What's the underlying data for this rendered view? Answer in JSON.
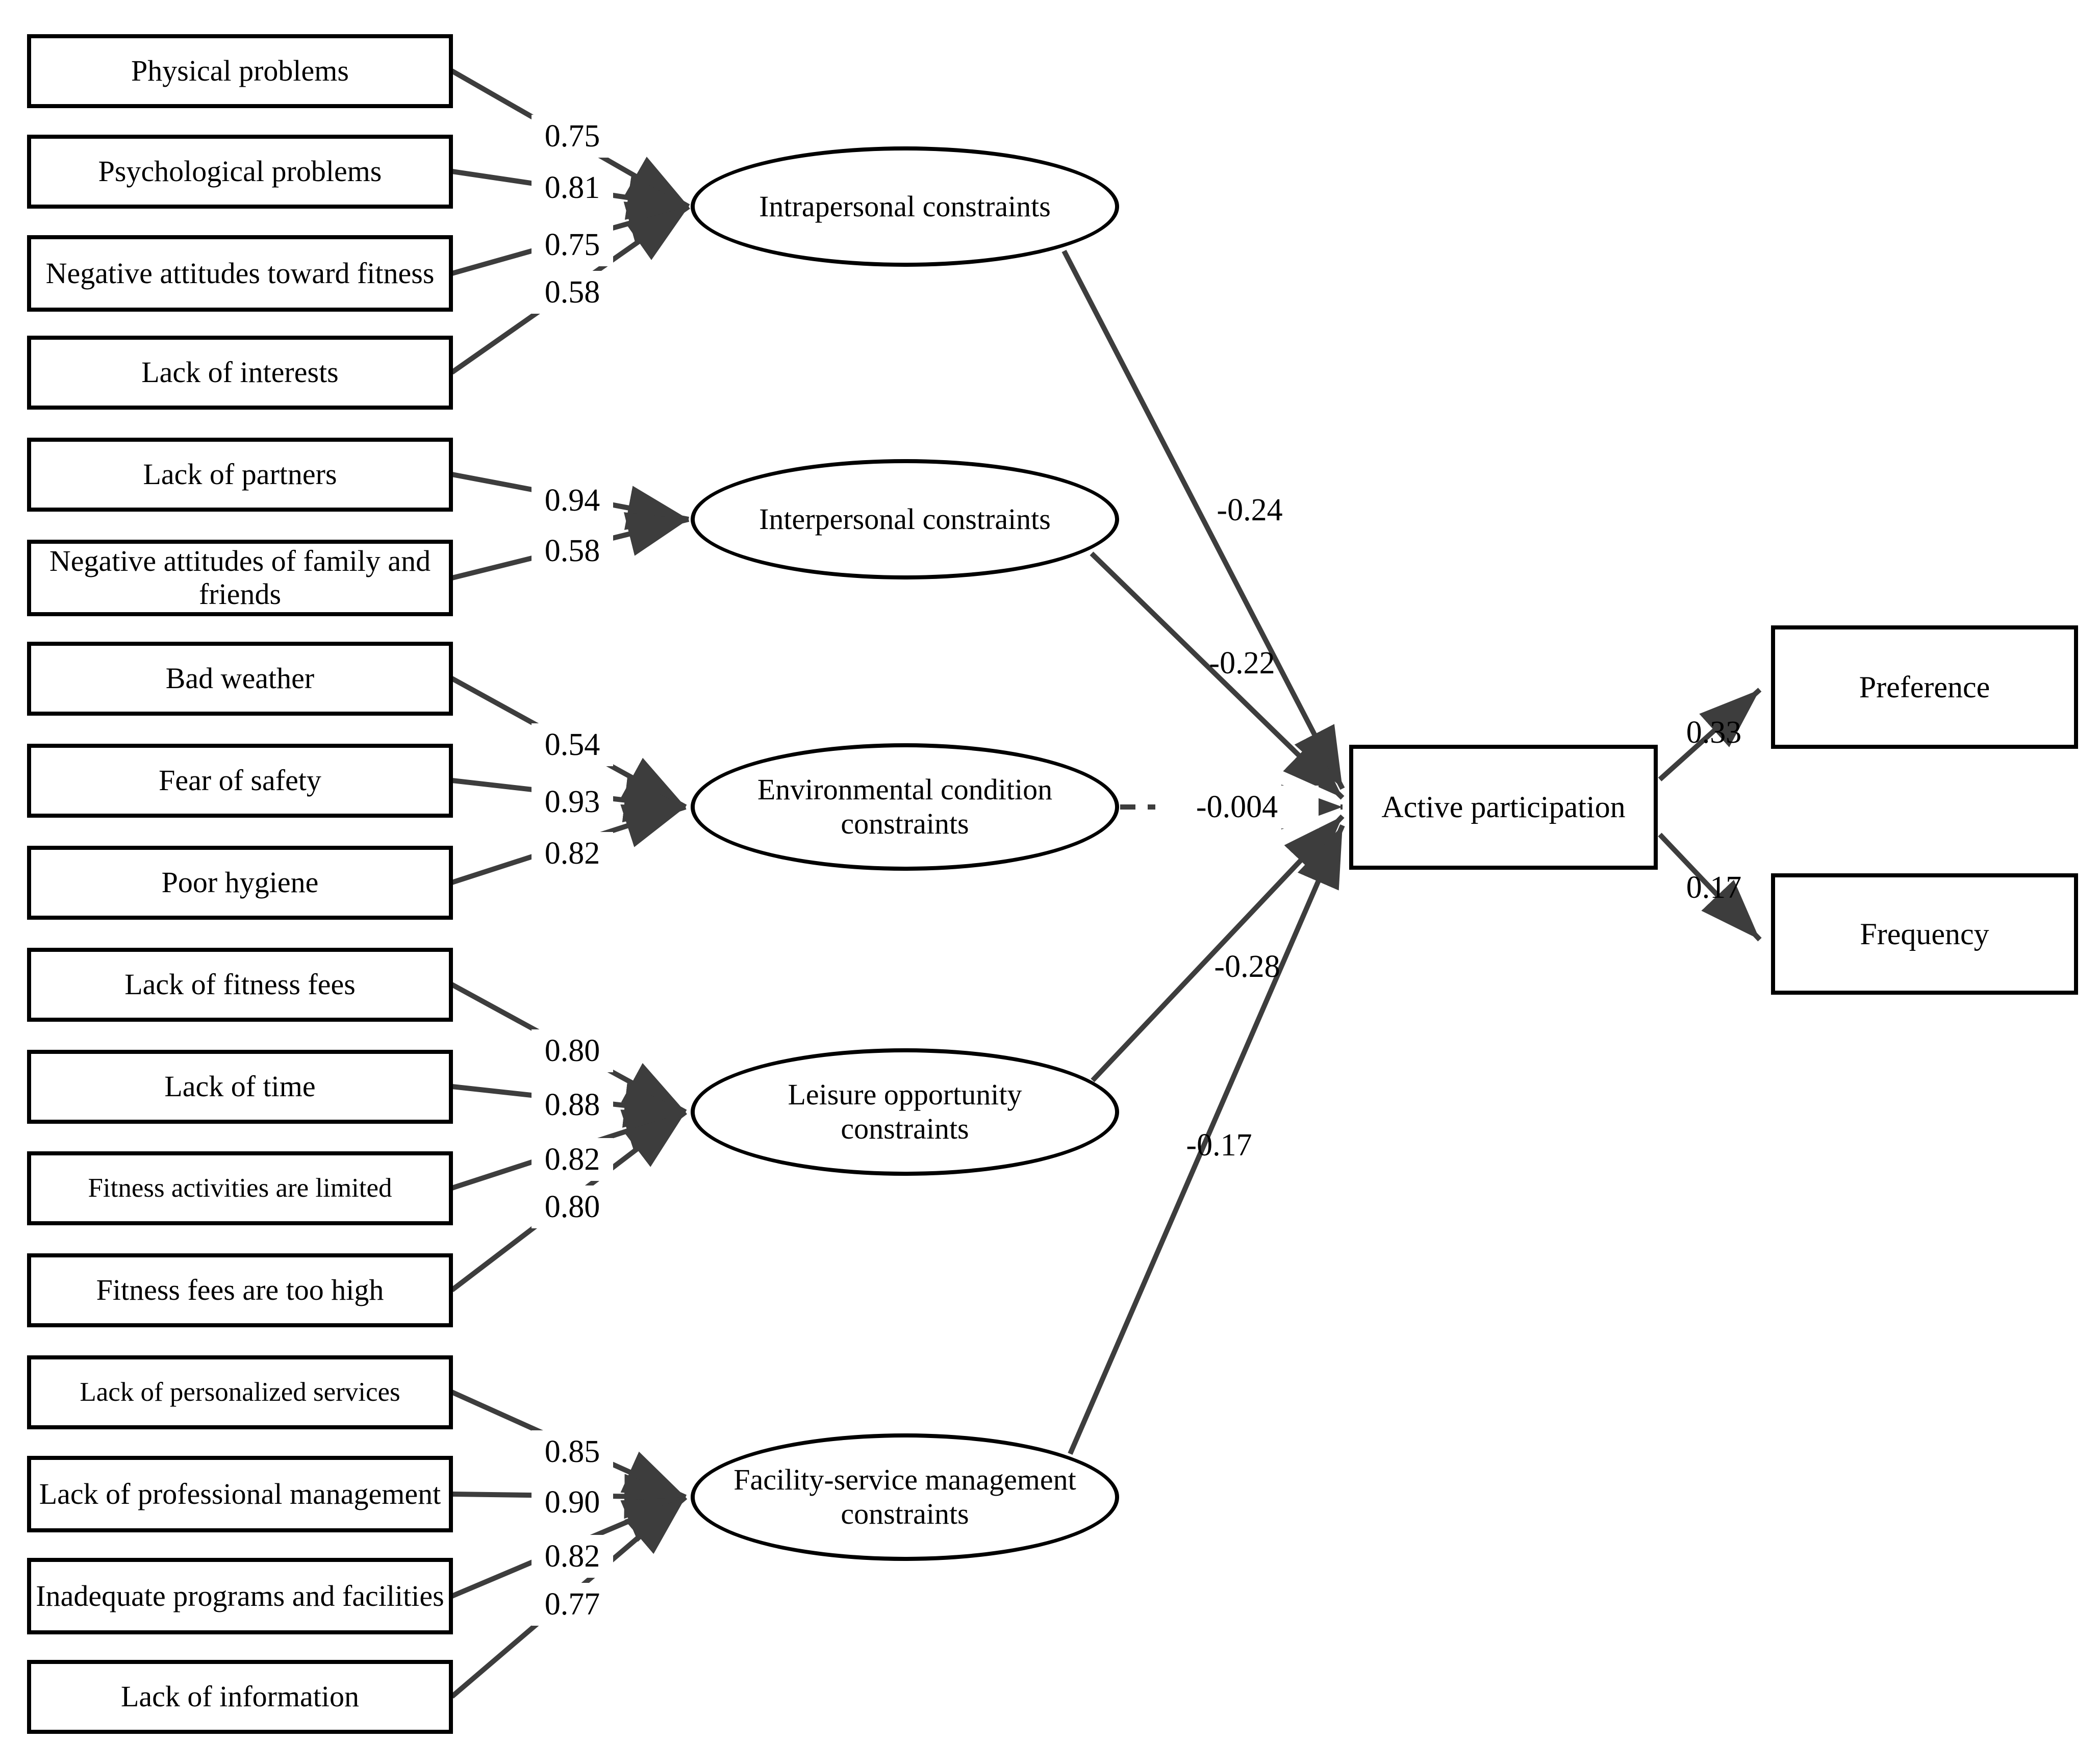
{
  "style": {
    "background": "#ffffff",
    "line_color": "#3d3d3d",
    "node_border_color": "#000000",
    "text_color": "#000000"
  },
  "groups": [
    {
      "latent": "Intrapersonal constraints",
      "coefficient": "-0.24",
      "path_style": "solid",
      "items": [
        {
          "label": "Physical problems",
          "loading": "0.75"
        },
        {
          "label": "Psychological problems",
          "loading": "0.81"
        },
        {
          "label": "Negative attitudes toward fitness",
          "loading": "0.75"
        },
        {
          "label": "Lack of interests",
          "loading": "0.58"
        }
      ]
    },
    {
      "latent": "Interpersonal constraints",
      "coefficient": "-0.22",
      "path_style": "solid",
      "items": [
        {
          "label": "Lack of partners",
          "loading": "0.94"
        },
        {
          "label": "Negative attitudes of family and friends",
          "loading": "0.58"
        }
      ]
    },
    {
      "latent": "Environmental condition constraints",
      "coefficient": "-0.004",
      "path_style": "dashed",
      "items": [
        {
          "label": "Bad weather",
          "loading": "0.54"
        },
        {
          "label": "Fear of safety",
          "loading": "0.93"
        },
        {
          "label": "Poor hygiene",
          "loading": "0.82"
        }
      ]
    },
    {
      "latent": "Leisure opportunity constraints",
      "coefficient": "-0.28",
      "path_style": "solid",
      "items": [
        {
          "label": "Lack of fitness fees",
          "loading": "0.80"
        },
        {
          "label": "Lack of time",
          "loading": "0.88"
        },
        {
          "label": "Fitness activities are limited",
          "loading": "0.82"
        },
        {
          "label": "Fitness fees are too high",
          "loading": "0.80"
        }
      ]
    },
    {
      "latent": "Facility-service management constraints",
      "coefficient": "-0.17",
      "path_style": "solid",
      "items": [
        {
          "label": "Lack of personalized services",
          "loading": "0.85"
        },
        {
          "label": "Lack of professional management",
          "loading": "0.90"
        },
        {
          "label": "Inadequate programs and facilities",
          "loading": "0.82"
        },
        {
          "label": "Lack of information",
          "loading": "0.77"
        }
      ]
    }
  ],
  "outcome": {
    "label": "Active participation"
  },
  "effects": [
    {
      "target": "Preference",
      "coefficient": "0.33"
    },
    {
      "target": "Frequency",
      "coefficient": "0.17"
    }
  ]
}
